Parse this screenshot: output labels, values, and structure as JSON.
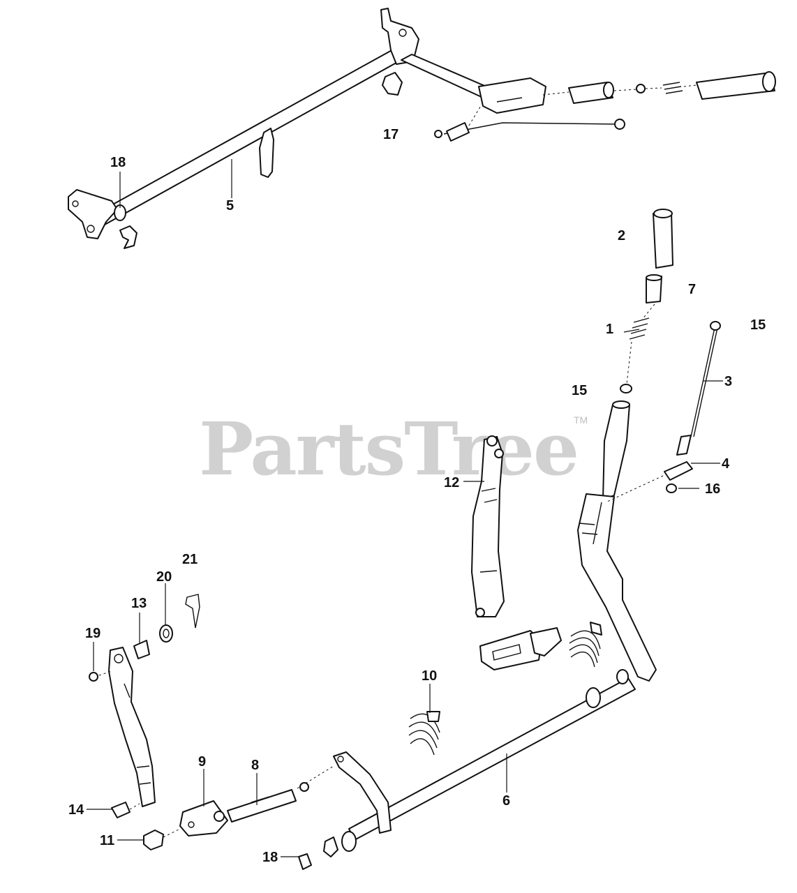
{
  "watermark": {
    "text": "PartsTree",
    "trademark": "TM"
  },
  "callouts": {
    "c1": "1",
    "c2": "2",
    "c3": "3",
    "c4": "4",
    "c5": "5",
    "c6": "6",
    "c7": "7",
    "c8": "8",
    "c9": "9",
    "c10": "10",
    "c11": "11",
    "c12": "12",
    "c13": "13",
    "c14": "14",
    "c15a": "15",
    "c15b": "15",
    "c16": "16",
    "c17": "17",
    "c18a": "18",
    "c18b": "18",
    "c19": "19",
    "c20": "20",
    "c21": "21"
  },
  "colors": {
    "line": "#111111",
    "watermark": "#c9c9c9",
    "background": "#ffffff"
  }
}
